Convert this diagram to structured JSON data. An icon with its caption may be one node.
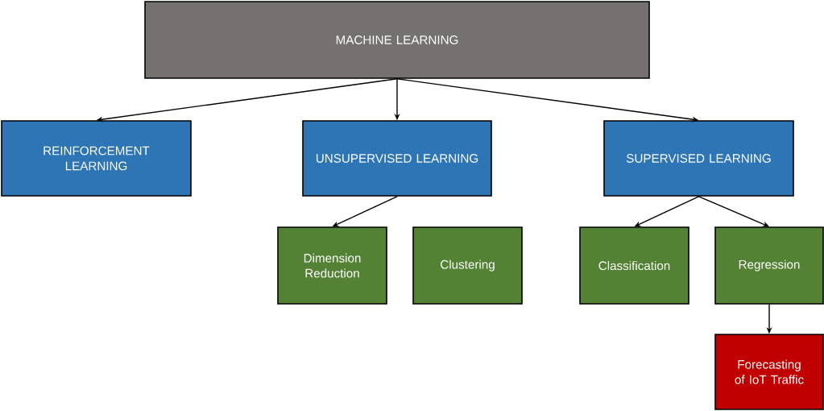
{
  "diagram": {
    "nodes": [
      {
        "text": [
          "MACHINE LEARNING"
        ]
      },
      {
        "text": [
          "REINFORCEMENT LEARNING"
        ]
      },
      {
        "text": [
          "UNSUPERVISED LEARNING"
        ]
      },
      {
        "text": [
          "SUPERVISED LEARNING"
        ]
      },
      {
        "text": [
          "Dimension Reduction"
        ]
      },
      {
        "text": [
          "Clustering"
        ]
      },
      {
        "text": [
          "Classification"
        ]
      },
      {
        "text": [
          "Regression"
        ]
      },
      {
        "text": [
          "Forecasting of IoT Traffic"
        ]
      }
    ],
    "edges": [
      {
        "from": 0,
        "to": 1,
        "arrow": "to"
      },
      {
        "from": 0,
        "to": 2,
        "arrow": "to"
      },
      {
        "from": 0,
        "to": 3,
        "arrow": "to"
      },
      {
        "from": 2,
        "to": 4,
        "arrow": "to"
      },
      {
        "from": 3,
        "to": 6,
        "arrow": "to"
      },
      {
        "from": 3,
        "to": 7,
        "arrow": "to"
      },
      {
        "from": 7,
        "to": 8,
        "arrow": "to"
      }
    ]
  }
}
